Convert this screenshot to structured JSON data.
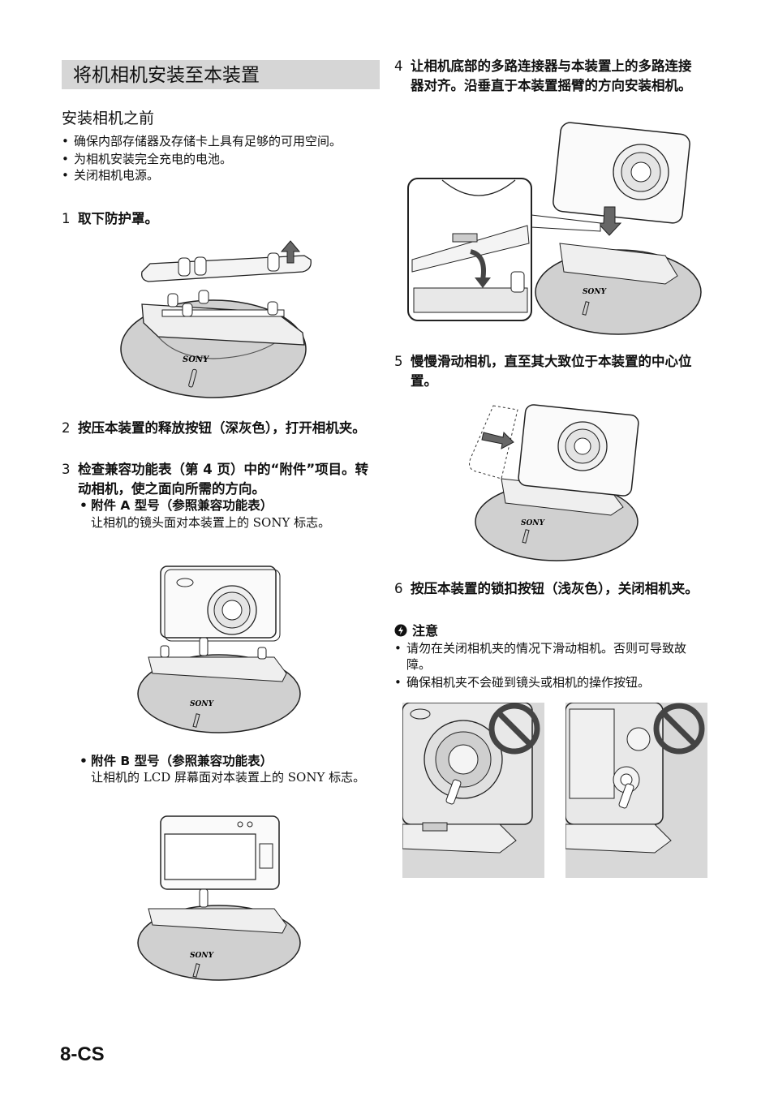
{
  "section_title": "将机相机安装至本装置",
  "before": {
    "title": "安装相机之前",
    "bullets": [
      "确保内部存储器及存储卡上具有足够的可用空间。",
      "为相机安装完全充电的电池。",
      "关闭相机电源。"
    ]
  },
  "steps": [
    {
      "num": "1",
      "text": "取下防护罩。"
    },
    {
      "num": "2",
      "text": "按压本装置的释放按钮（深灰色），打开相机夹。"
    },
    {
      "num": "3",
      "text": "检查兼容功能表（第 4 页）中的“附件”项目。转动相机，使之面向所需的方向。"
    },
    {
      "num": "4",
      "text": "让相机底部的多路连接器与本装置上的多路连接器对齐。沿垂直于本装置摇臂的方向安装相机。"
    },
    {
      "num": "5",
      "text": "慢慢滑动相机，直至其大致位于本装置的中心位置。"
    },
    {
      "num": "6",
      "text": "按压本装置的锁扣按钮（浅灰色），关闭相机夹。"
    }
  ],
  "attachments": [
    {
      "title": "附件 A 型号（参照兼容功能表）",
      "desc": "让相机的镜头面对本装置上的 SONY 标志。"
    },
    {
      "title": "附件 B 型号（参照兼容功能表）",
      "desc": "让相机的 LCD 屏幕面对本装置上的 SONY 标志。"
    }
  ],
  "note": {
    "title": "注意",
    "bullets": [
      "请勿在关闭相机夹的情况下滑动相机。否则可导致故障。",
      "确保相机夹不会碰到镜头或相机的操作按钮。"
    ]
  },
  "logo_text": "SONY",
  "page_number": "8-CS",
  "colors": {
    "section_bar": "#d6d6d6",
    "prohibit": "#444444"
  }
}
